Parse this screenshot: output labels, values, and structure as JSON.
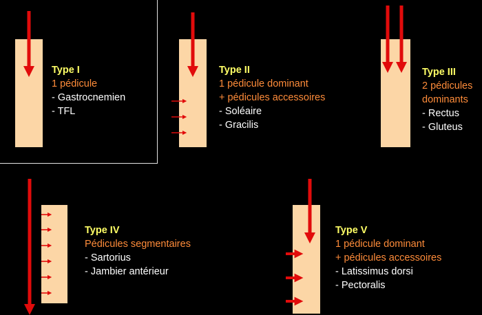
{
  "colors": {
    "background": "#000000",
    "muscle": "#fcd6a6",
    "arrow": "#e10b0b",
    "title": "#ffff66",
    "description": "#ff8c3a",
    "example": "#ffffff"
  },
  "types": [
    {
      "title": "Type I",
      "description": [
        "1 pédicule"
      ],
      "examples": [
        "- Gastrocnemien",
        "- TFL"
      ],
      "pedicles": {
        "dominant": 1,
        "accessory": 0,
        "segmental": 0
      }
    },
    {
      "title": "Type II",
      "description": [
        "1 pédicule dominant",
        "+ pédicules accessoires"
      ],
      "examples": [
        "- Soléaire",
        "- Gracilis"
      ],
      "pedicles": {
        "dominant": 1,
        "accessory": 3,
        "segmental": 0
      }
    },
    {
      "title": "Type III",
      "description": [
        "2 pédicules",
        "dominants"
      ],
      "examples": [
        "- Rectus",
        "- Gluteus"
      ],
      "pedicles": {
        "dominant": 2,
        "accessory": 0,
        "segmental": 0
      }
    },
    {
      "title": "Type IV",
      "description": [
        "Pédicules segmentaires"
      ],
      "examples": [
        "- Sartorius",
        "- Jambier antérieur"
      ],
      "pedicles": {
        "dominant": 0,
        "accessory": 0,
        "segmental": 6
      }
    },
    {
      "title": "Type V",
      "description": [
        "1 pédicule dominant",
        "+ pédicules accessoires"
      ],
      "examples": [
        "- Latissimus dorsi",
        "- Pectoralis"
      ],
      "pedicles": {
        "dominant": 1,
        "accessory": 3,
        "segmental": 0
      }
    }
  ]
}
